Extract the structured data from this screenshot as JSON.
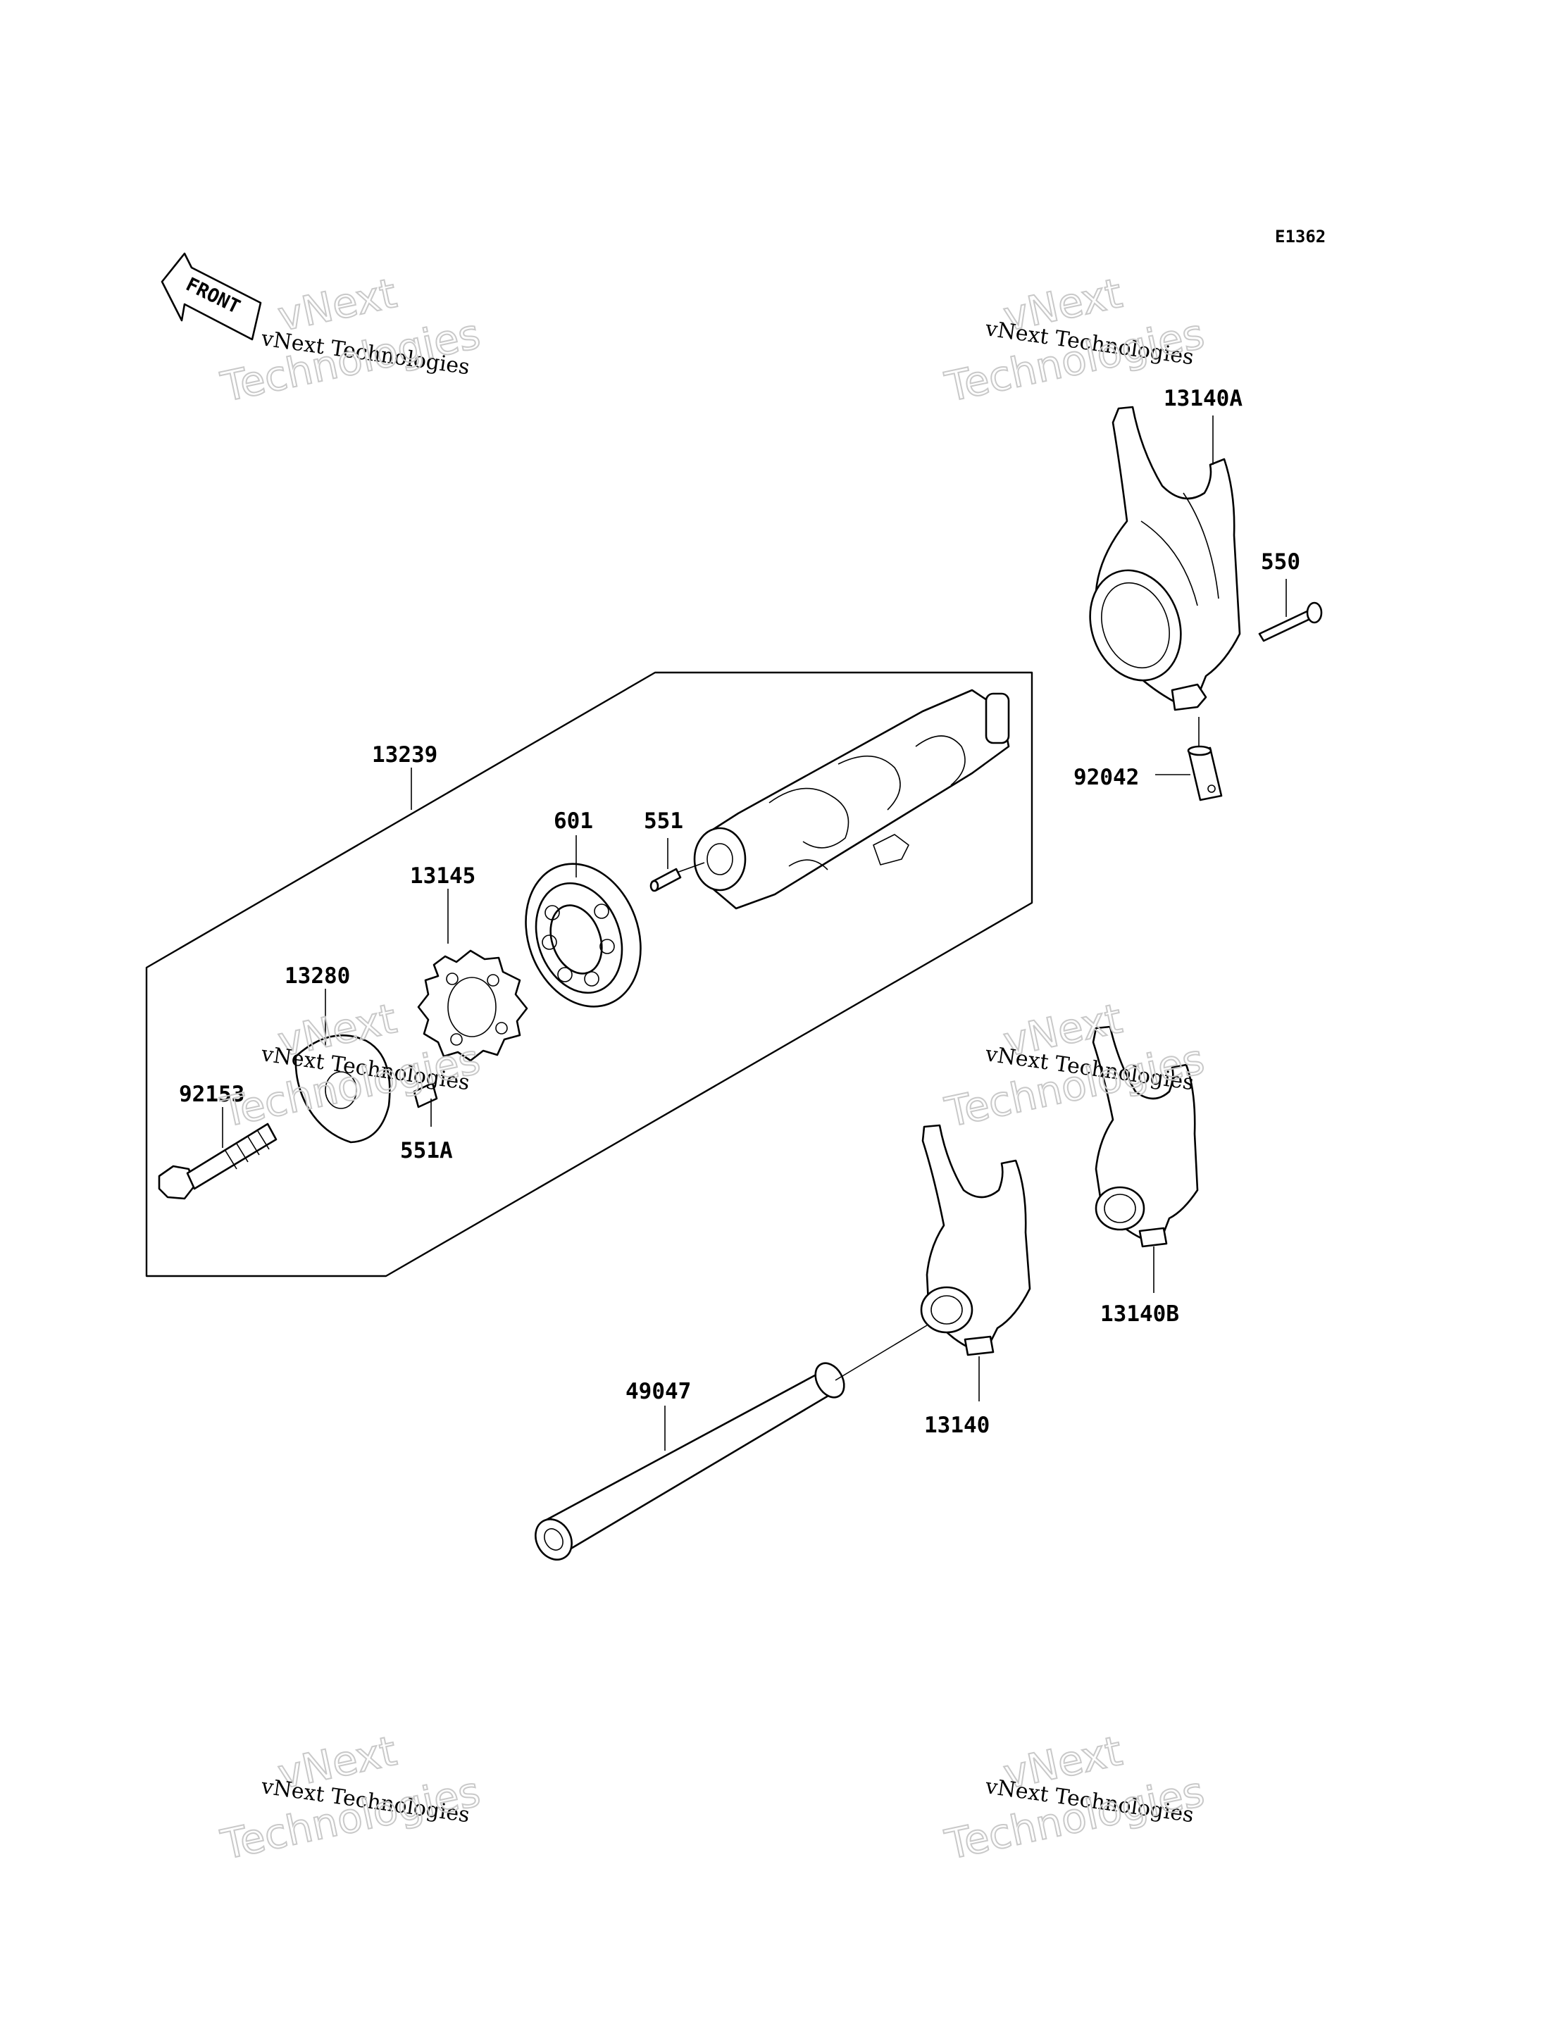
{
  "diagram_code": "E1362",
  "front_label": "FRONT",
  "part_numbers": {
    "p13140A": "13140A",
    "p550": "550",
    "p92042": "92042",
    "p13239": "13239",
    "p601": "601",
    "p551": "551",
    "p13145": "13145",
    "p13280": "13280",
    "p92153": "92153",
    "p551A": "551A",
    "p13140B": "13140B",
    "p13140": "13140",
    "p49047": "49047"
  },
  "watermark": {
    "brand": "vNext",
    "tagline": "vNext Technologies",
    "word": "Technologies"
  }
}
